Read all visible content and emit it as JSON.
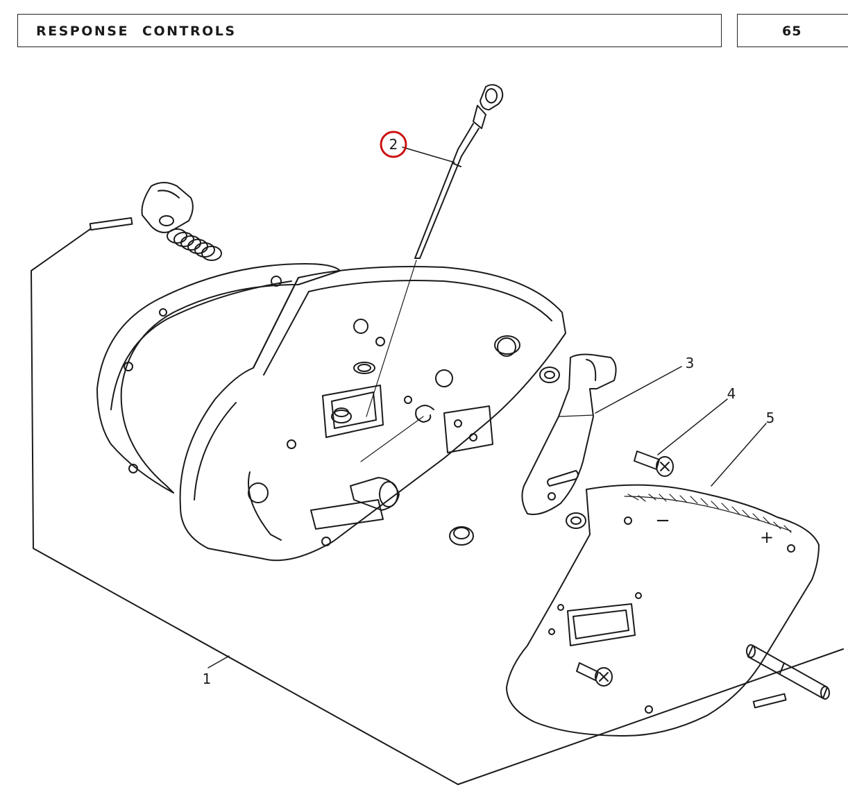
{
  "header": {
    "title": "RESPONSE CONTROLS",
    "page_number": "65"
  },
  "callouts": {
    "part_1": "1",
    "part_2": "2",
    "part_3": "3",
    "part_4": "4",
    "part_5": "5"
  },
  "scale_marks": {
    "minus": "−",
    "plus": "+"
  },
  "colors": {
    "line": "#1a1a1a",
    "highlight_circle": "#cc1111"
  }
}
